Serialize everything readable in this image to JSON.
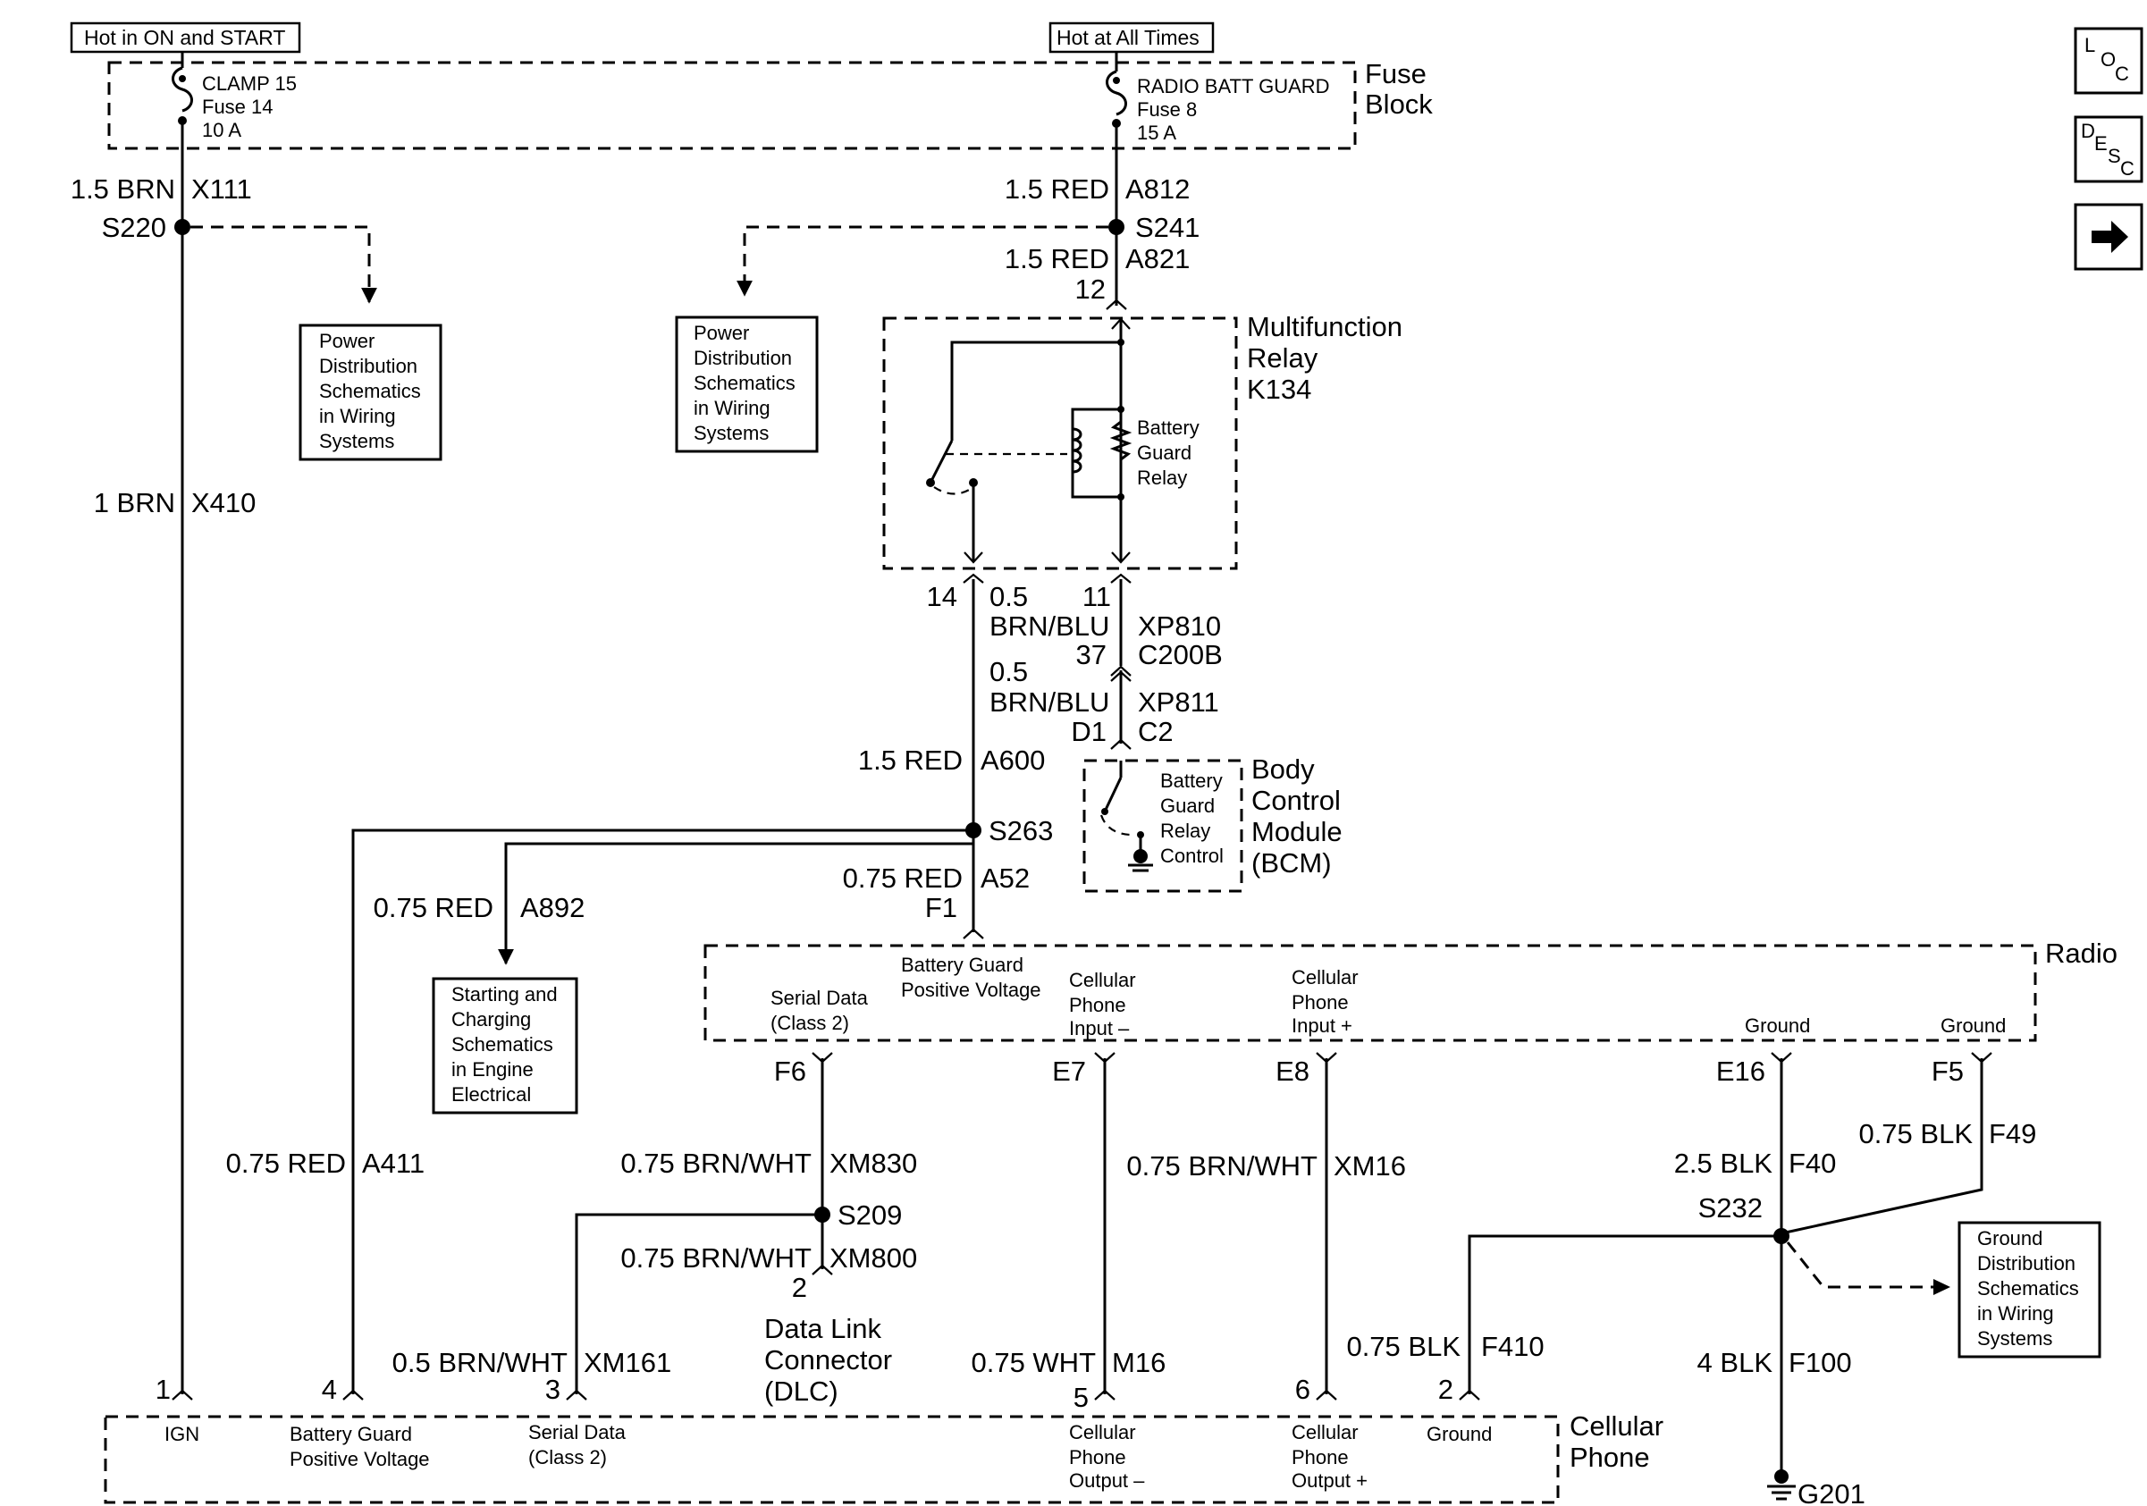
{
  "headers": {
    "hot_on_start": "Hot in ON and START",
    "hot_all_times": "Hot at All Times"
  },
  "fuse_block": {
    "label": [
      "Fuse",
      "Block"
    ],
    "fuse_left": [
      "CLAMP 15",
      "Fuse 14",
      "10 A"
    ],
    "fuse_right": [
      "RADIO BATT GUARD",
      "Fuse 8",
      "15 A"
    ]
  },
  "wires": {
    "x111": [
      "1.5 BRN",
      "X111"
    ],
    "x410": [
      "1 BRN",
      "X410"
    ],
    "a812": [
      "1.5 RED",
      "A812"
    ],
    "a821": [
      "1.5 RED",
      "A821"
    ],
    "brnblu_1": [
      "0.5",
      "BRN/BLU"
    ],
    "xp810": [
      "XP810",
      "C200B"
    ],
    "brnblu_2": [
      "0.5",
      "BRN/BLU"
    ],
    "xp811": [
      "XP811",
      "C2"
    ],
    "a600": [
      "1.5 RED",
      "A600"
    ],
    "a892": [
      "0.75 RED",
      "A892"
    ],
    "a52": [
      "0.75 RED",
      "A52"
    ],
    "a411": [
      "0.75 RED",
      "A411"
    ],
    "xm830": [
      "0.75 BRN/WHT",
      "XM830"
    ],
    "xm800": [
      "0.75 BRN/WHT",
      "XM800"
    ],
    "xm161": [
      "0.5 BRN/WHT",
      "XM161"
    ],
    "m16": [
      "0.75 WHT",
      "M16"
    ],
    "xm16": [
      "0.75 BRN/WHT",
      "XM16"
    ],
    "f410": [
      "0.75 BLK",
      "F410"
    ],
    "f40": [
      "2.5 BLK",
      "F40"
    ],
    "f49": [
      "0.75 BLK",
      "F49"
    ],
    "f100": [
      "4 BLK",
      "F100"
    ]
  },
  "splices": {
    "s220": "S220",
    "s241": "S241",
    "s263": "S263",
    "s209": "S209",
    "s232": "S232"
  },
  "ground": "G201",
  "references": {
    "power_dist_1": [
      "Power",
      "Distribution",
      "Schematics",
      "in Wiring",
      "Systems"
    ],
    "power_dist_2": [
      "Power",
      "Distribution",
      "Schematics",
      "in Wiring",
      "Systems"
    ],
    "starting_charging": [
      "Starting and",
      "Charging",
      "Schematics",
      "in Engine",
      "Electrical"
    ],
    "ground_dist": [
      "Ground",
      "Distribution",
      "Schematics",
      "in Wiring",
      "Systems"
    ]
  },
  "relay": {
    "label": [
      "Multifunction",
      "Relay",
      "K134"
    ],
    "coil": [
      "Battery",
      "Guard",
      "Relay"
    ],
    "pin_top": "12",
    "pin_left": "14",
    "pin_right": "11"
  },
  "connectors": {
    "c200b_pin": "37",
    "c2_pin": "D1"
  },
  "bcm": {
    "label": [
      "Body",
      "Control",
      "Module",
      "(BCM)"
    ],
    "inner": [
      "Battery",
      "Guard",
      "Relay",
      "Control"
    ]
  },
  "radio": {
    "label": "Radio",
    "pin_top": "F1",
    "batt_guard": [
      "Battery Guard",
      "Positive Voltage"
    ],
    "serial": [
      "Serial Data",
      "(Class 2)"
    ],
    "cell_in_minus": [
      "Cellular",
      "Phone",
      "Input –"
    ],
    "cell_in_plus": [
      "Cellular",
      "Phone",
      "Input +"
    ],
    "ground_1": "Ground",
    "ground_2": "Ground",
    "pins": [
      "F6",
      "E7",
      "E8",
      "E16",
      "F5"
    ]
  },
  "dlc": {
    "pin": "2",
    "label": [
      "Data Link",
      "Connector",
      "(DLC)"
    ]
  },
  "cellular_phone": {
    "label": [
      "Cellular",
      "Phone"
    ],
    "pins": [
      "1",
      "4",
      "3",
      "5",
      "6",
      "2"
    ],
    "ign": "IGN",
    "batt_guard": [
      "Battery Guard",
      "Positive Voltage"
    ],
    "serial": [
      "Serial Data",
      "(Class 2)"
    ],
    "cell_out_minus": [
      "Cellular",
      "Phone",
      "Output –"
    ],
    "cell_out_plus": [
      "Cellular",
      "Phone",
      "Output +"
    ],
    "ground": "Ground"
  },
  "nav": {
    "loc": [
      "L",
      "O",
      "C"
    ],
    "desc": [
      "D",
      "E",
      "S",
      "C"
    ]
  }
}
